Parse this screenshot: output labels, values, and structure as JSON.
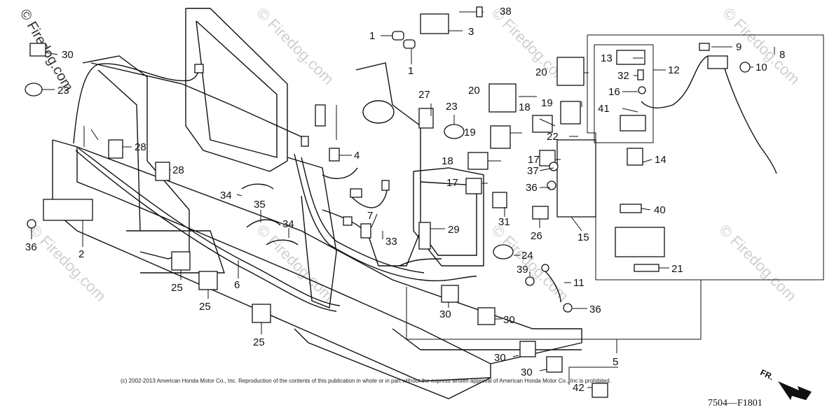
{
  "watermark": {
    "brand_text": "© Firedog.com"
  },
  "copyright": "(c) 2002-2013 American Honda Motor Co., Inc. Reproduction of the contents of this publication in whole or in part without the express written approval of American Honda Motor Co., Inc is prohibited.",
  "diagram_code": "7504—F1801",
  "direction_label": "FR.",
  "callouts": {
    "c1a": "1",
    "c1b": "1",
    "c2": "2",
    "c3": "3",
    "c4": "4",
    "c5": "5",
    "c6": "6",
    "c7": "7",
    "c8": "8",
    "c9": "9",
    "c10": "10",
    "c11": "11",
    "c12": "12",
    "c13": "13",
    "c14": "14",
    "c15": "15",
    "c16": "16",
    "c17a": "17",
    "c17b": "17",
    "c18a": "18",
    "c18b": "18",
    "c19a": "19",
    "c19b": "19",
    "c20a": "20",
    "c20b": "20",
    "c21": "21",
    "c22": "22",
    "c23a": "23",
    "c23b": "23",
    "c24": "24",
    "c25a": "25",
    "c25b": "25",
    "c25c": "25",
    "c26": "26",
    "c27": "27",
    "c28a": "28",
    "c28b": "28",
    "c29": "29",
    "c30a": "30",
    "c30b": "30",
    "c30c": "30",
    "c30d": "30",
    "c30e": "30",
    "c31": "31",
    "c32": "32",
    "c33": "33",
    "c34a": "34",
    "c34b": "34",
    "c35": "35",
    "c36a": "36",
    "c36b": "36",
    "c36c": "36",
    "c37": "37",
    "c38": "38",
    "c39": "39",
    "c40": "40",
    "c41": "41",
    "c42": "42"
  }
}
